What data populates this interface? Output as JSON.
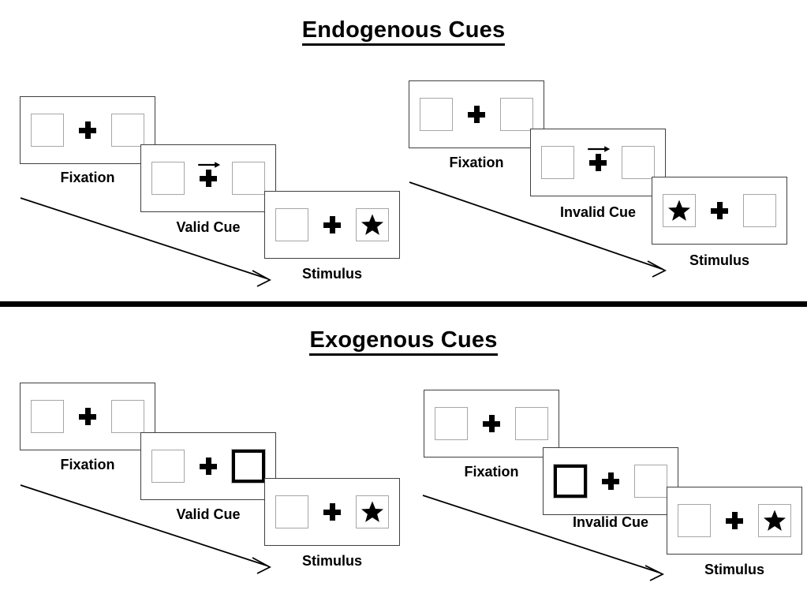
{
  "figure": {
    "title_endogenous": "Endogenous Cues",
    "title_exogenous": "Exogenous Cues"
  },
  "sections": [
    {
      "name": "endogenous",
      "heading": "Endogenous Cues",
      "sequences": [
        {
          "name": "endogenous-valid",
          "panels": [
            {
              "caption": "Fixation",
              "left_box": "empty",
              "right_box": "empty",
              "cue": "none"
            },
            {
              "caption": "Valid Cue",
              "left_box": "empty",
              "right_box": "empty",
              "cue": "arrow-right"
            },
            {
              "caption": "Stimulus",
              "left_box": "empty",
              "right_box": "star",
              "cue": "none"
            }
          ]
        },
        {
          "name": "endogenous-invalid",
          "panels": [
            {
              "caption": "Fixation",
              "left_box": "empty",
              "right_box": "empty",
              "cue": "none"
            },
            {
              "caption": "Invalid Cue",
              "left_box": "empty",
              "right_box": "empty",
              "cue": "arrow-right"
            },
            {
              "caption": "Stimulus",
              "left_box": "star",
              "right_box": "empty",
              "cue": "none"
            }
          ]
        }
      ]
    },
    {
      "name": "exogenous",
      "heading": "Exogenous Cues",
      "sequences": [
        {
          "name": "exogenous-valid",
          "panels": [
            {
              "caption": "Fixation",
              "left_box": "empty",
              "right_box": "empty",
              "cue": "none"
            },
            {
              "caption": "Valid Cue",
              "left_box": "empty",
              "right_box": "cued",
              "cue": "box-flash-right"
            },
            {
              "caption": "Stimulus",
              "left_box": "empty",
              "right_box": "star",
              "cue": "none"
            }
          ]
        },
        {
          "name": "exogenous-invalid",
          "panels": [
            {
              "caption": "Fixation",
              "left_box": "empty",
              "right_box": "empty",
              "cue": "none"
            },
            {
              "caption": "Invalid Cue",
              "left_box": "cued",
              "right_box": "empty",
              "cue": "box-flash-left"
            },
            {
              "caption": "Stimulus",
              "left_box": "empty",
              "right_box": "star",
              "cue": "none"
            }
          ]
        }
      ]
    }
  ],
  "captions": {
    "fixation": "Fixation",
    "valid_cue": "Valid Cue",
    "invalid_cue": "Invalid Cue",
    "stimulus": "Stimulus"
  },
  "colors": {
    "background": "#ffffff",
    "panel_border": "#3f3f3f",
    "box_border": "#a6a6a6",
    "cued_box_border": "#000000",
    "ink": "#000000",
    "divider": "#000000"
  },
  "icons": {
    "fixation_cross": "plus-cross-icon",
    "arrow_cue": "arrow-right-icon",
    "target": "star-icon",
    "timeline": "timeline-arrow-icon"
  }
}
